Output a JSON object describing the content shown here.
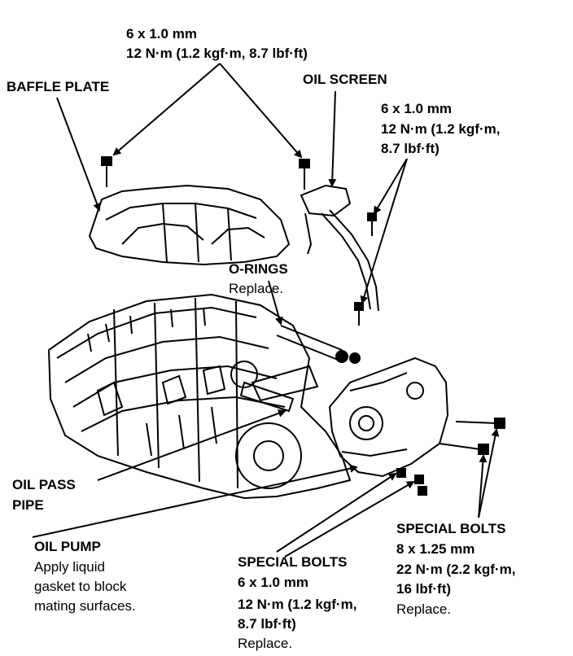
{
  "callouts": {
    "top_bolts": {
      "size": "6 x 1.0 mm",
      "torque": "12 N·m (1.2 kgf·m, 8.7 lbf·ft)"
    },
    "baffle_plate": "BAFFLE PLATE",
    "oil_screen": "OIL SCREEN",
    "right_bolts": {
      "size": "6 x 1.0 mm",
      "torque_1": "12 N·m (1.2 kgf·m,",
      "torque_2": "8.7 lbf·ft)"
    },
    "o_rings": {
      "title": "O-RINGS",
      "note": "Replace."
    },
    "oil_pass_pipe": {
      "line1": "OIL PASS",
      "line2": "PIPE"
    },
    "oil_pump": {
      "title": "OIL PUMP",
      "note1": "Apply liquid",
      "note2": "gasket to block",
      "note3": "mating surfaces."
    },
    "special_bolts_lower": {
      "title": "SPECIAL BOLTS",
      "size": "6 x 1.0 mm",
      "torque_1": "12 N·m (1.2 kgf·m,",
      "torque_2": "8.7 lbf·ft)",
      "note": "Replace."
    },
    "special_bolts_right": {
      "title": "SPECIAL BOLTS",
      "size": "8 x 1.25 mm",
      "torque_1": "22 N·m (2.2 kgf·m,",
      "torque_2": "16 lbf·ft)",
      "note": "Replace."
    }
  }
}
